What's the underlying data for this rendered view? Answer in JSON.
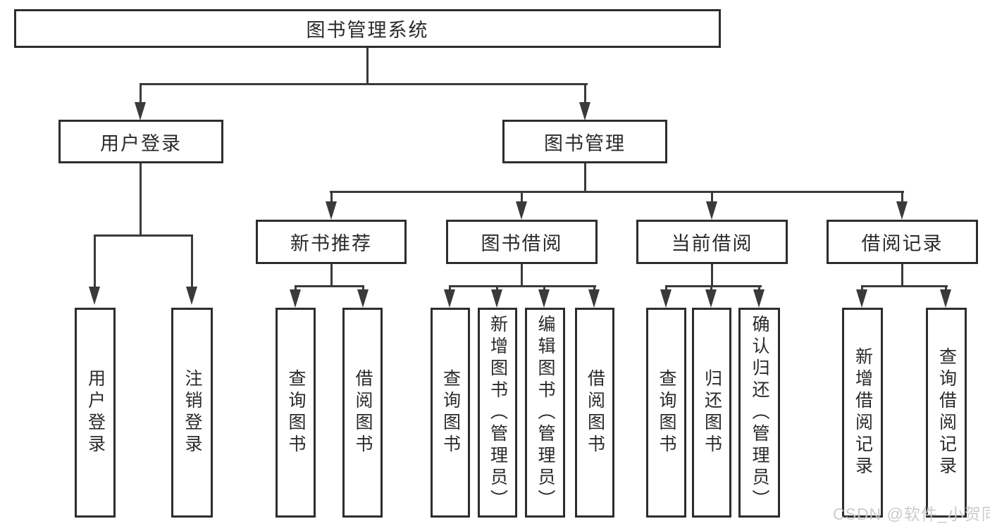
{
  "tree": {
    "root": {
      "label": "图书管理系统"
    },
    "branches": [
      {
        "label": "用户登录",
        "children": [
          {
            "label": "用户登录"
          },
          {
            "label": "注销登录"
          }
        ]
      },
      {
        "label": "图书管理",
        "children": [
          {
            "label": "新书推荐",
            "children": [
              {
                "label": "查询图书"
              },
              {
                "label": "借阅图书"
              }
            ]
          },
          {
            "label": "图书借阅",
            "children": [
              {
                "label": "查询图书"
              },
              {
                "label": "新增图书（管理员）"
              },
              {
                "label": "编辑图书（管理员）"
              },
              {
                "label": "借阅图书"
              }
            ]
          },
          {
            "label": "当前借阅",
            "children": [
              {
                "label": "查询图书"
              },
              {
                "label": "归还图书"
              },
              {
                "label": "确认归还（管理员）"
              }
            ]
          },
          {
            "label": "借阅记录",
            "children": [
              {
                "label": "新增借阅记录"
              },
              {
                "label": "查询借阅记录"
              }
            ]
          }
        ]
      }
    ]
  },
  "watermark": {
    "text": "CSDN @软件_小贺同学"
  },
  "colors": {
    "node_border": "#2d2d2d",
    "connector": "#3a3a3a",
    "text": "#2a2a2a",
    "watermark": "#c9c9c9",
    "background": "#ffffff"
  }
}
